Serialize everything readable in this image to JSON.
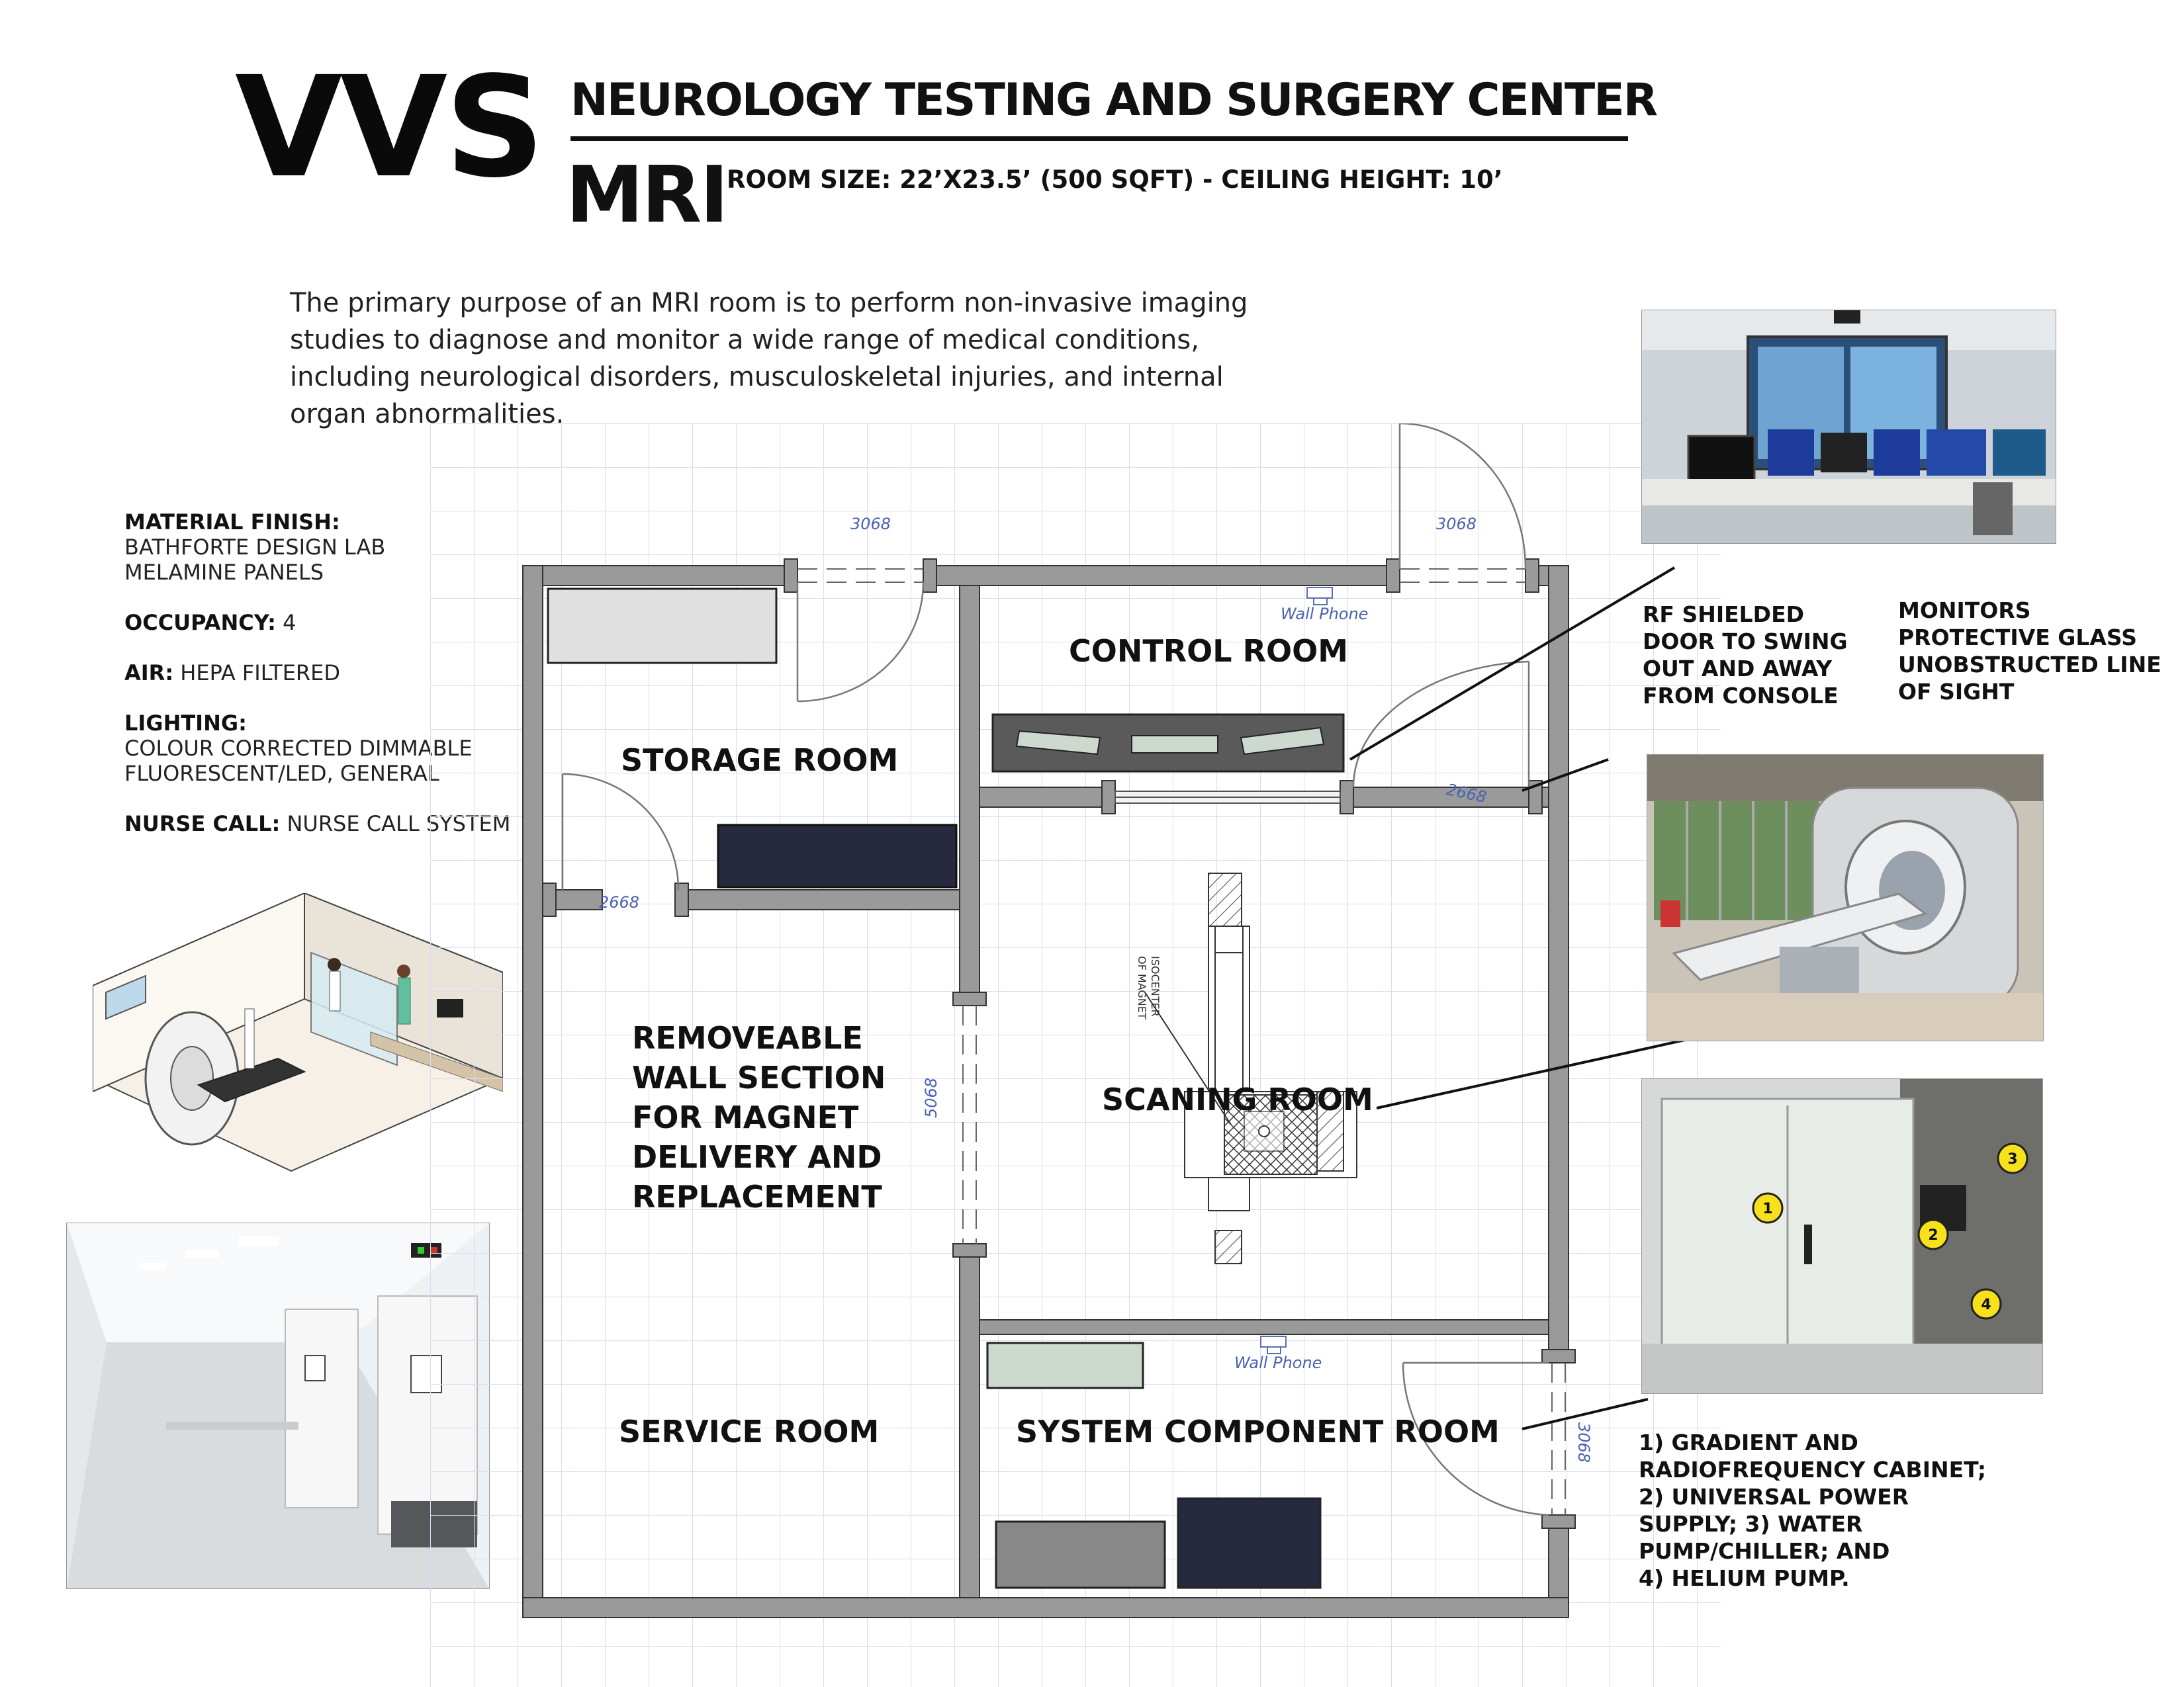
{
  "header": {
    "logo": "VVS",
    "center_title": "NEUROLOGY TESTING AND SURGERY CENTER",
    "room_name": "MRI",
    "room_size": "ROOM SIZE: 22’X23.5’  (500 SQFT) - CEILING HEIGHT: 10’"
  },
  "description": "The primary purpose of an MRI room is to perform non-invasive imaging studies to diagnose and monitor a wide range of medical conditions, including neurological disorders, musculoskeletal injuries, and internal organ abnormalities.",
  "specs": {
    "material_label": "MATERIAL FINISH:",
    "material_line1": "BATHFORTE DESIGN LAB",
    "material_line2": "MELAMINE PANELS",
    "occupancy_label": "OCCUPANCY:",
    "occupancy_value": " 4",
    "air_label": "AIR:",
    "air_value": " HEPA FILTERED",
    "lighting_label": "LIGHTING:",
    "lighting_line1": "COLOUR CORRECTED DIMMABLE",
    "lighting_line2": "FLUORESCENT/LED, GENERAL",
    "nurse_label": "NURSE CALL:",
    "nurse_value": " NURSE CALL SYSTEM"
  },
  "rooms": {
    "control": "CONTROL ROOM",
    "storage": "STORAGE ROOM",
    "removable_1": "REMOVEABLE",
    "removable_2": "WALL SECTION",
    "removable_3": "FOR MAGNET",
    "removable_4": "DELIVERY AND",
    "removable_5": "REPLACEMENT",
    "scanning": "SCANING ROOM",
    "service": "SERVICE ROOM",
    "system": "SYSTEM COMPONENT ROOM"
  },
  "plan_labels": {
    "door_3068_a": "3068",
    "door_3068_b": "3068",
    "door_3068_c": "3068",
    "door_2668_a": "2668",
    "door_2668_b": "2668",
    "door_5068": "5068",
    "wall_phone_a": "Wall Phone",
    "wall_phone_b": "Wall Phone",
    "isocenter_1": "ISOCENTER",
    "isocenter_2": "OF MAGNET"
  },
  "notes": {
    "door_1": "RF SHIELDED",
    "door_2": "DOOR TO SWING",
    "door_3": "OUT AND AWAY",
    "door_4": "FROM CONSOLE",
    "monitors_1": "MONITORS",
    "monitors_2": "PROTECTIVE GLASS",
    "monitors_3": "UNOBSTRUCTED LINE",
    "monitors_4": "OF SIGHT",
    "cab_1": "1) GRADIENT AND",
    "cab_2": "RADIOFREQUENCY CABINET;",
    "cab_3": "2) UNIVERSAL POWER",
    "cab_4": "SUPPLY; 3) WATER",
    "cab_5": "PUMP/CHILLER; AND",
    "cab_6": "4) HELIUM PUMP."
  },
  "markers": {
    "m1": "1",
    "m2": "2",
    "m3": "3",
    "m4": "4"
  },
  "colors": {
    "wall": "#9a9a9a",
    "wall_stroke": "#333333",
    "grid": "#d9dcf2",
    "navy_cabinet": "#272a3f",
    "pale_green": "#cdd8cf",
    "marker_yellow": "#f7e11c"
  }
}
